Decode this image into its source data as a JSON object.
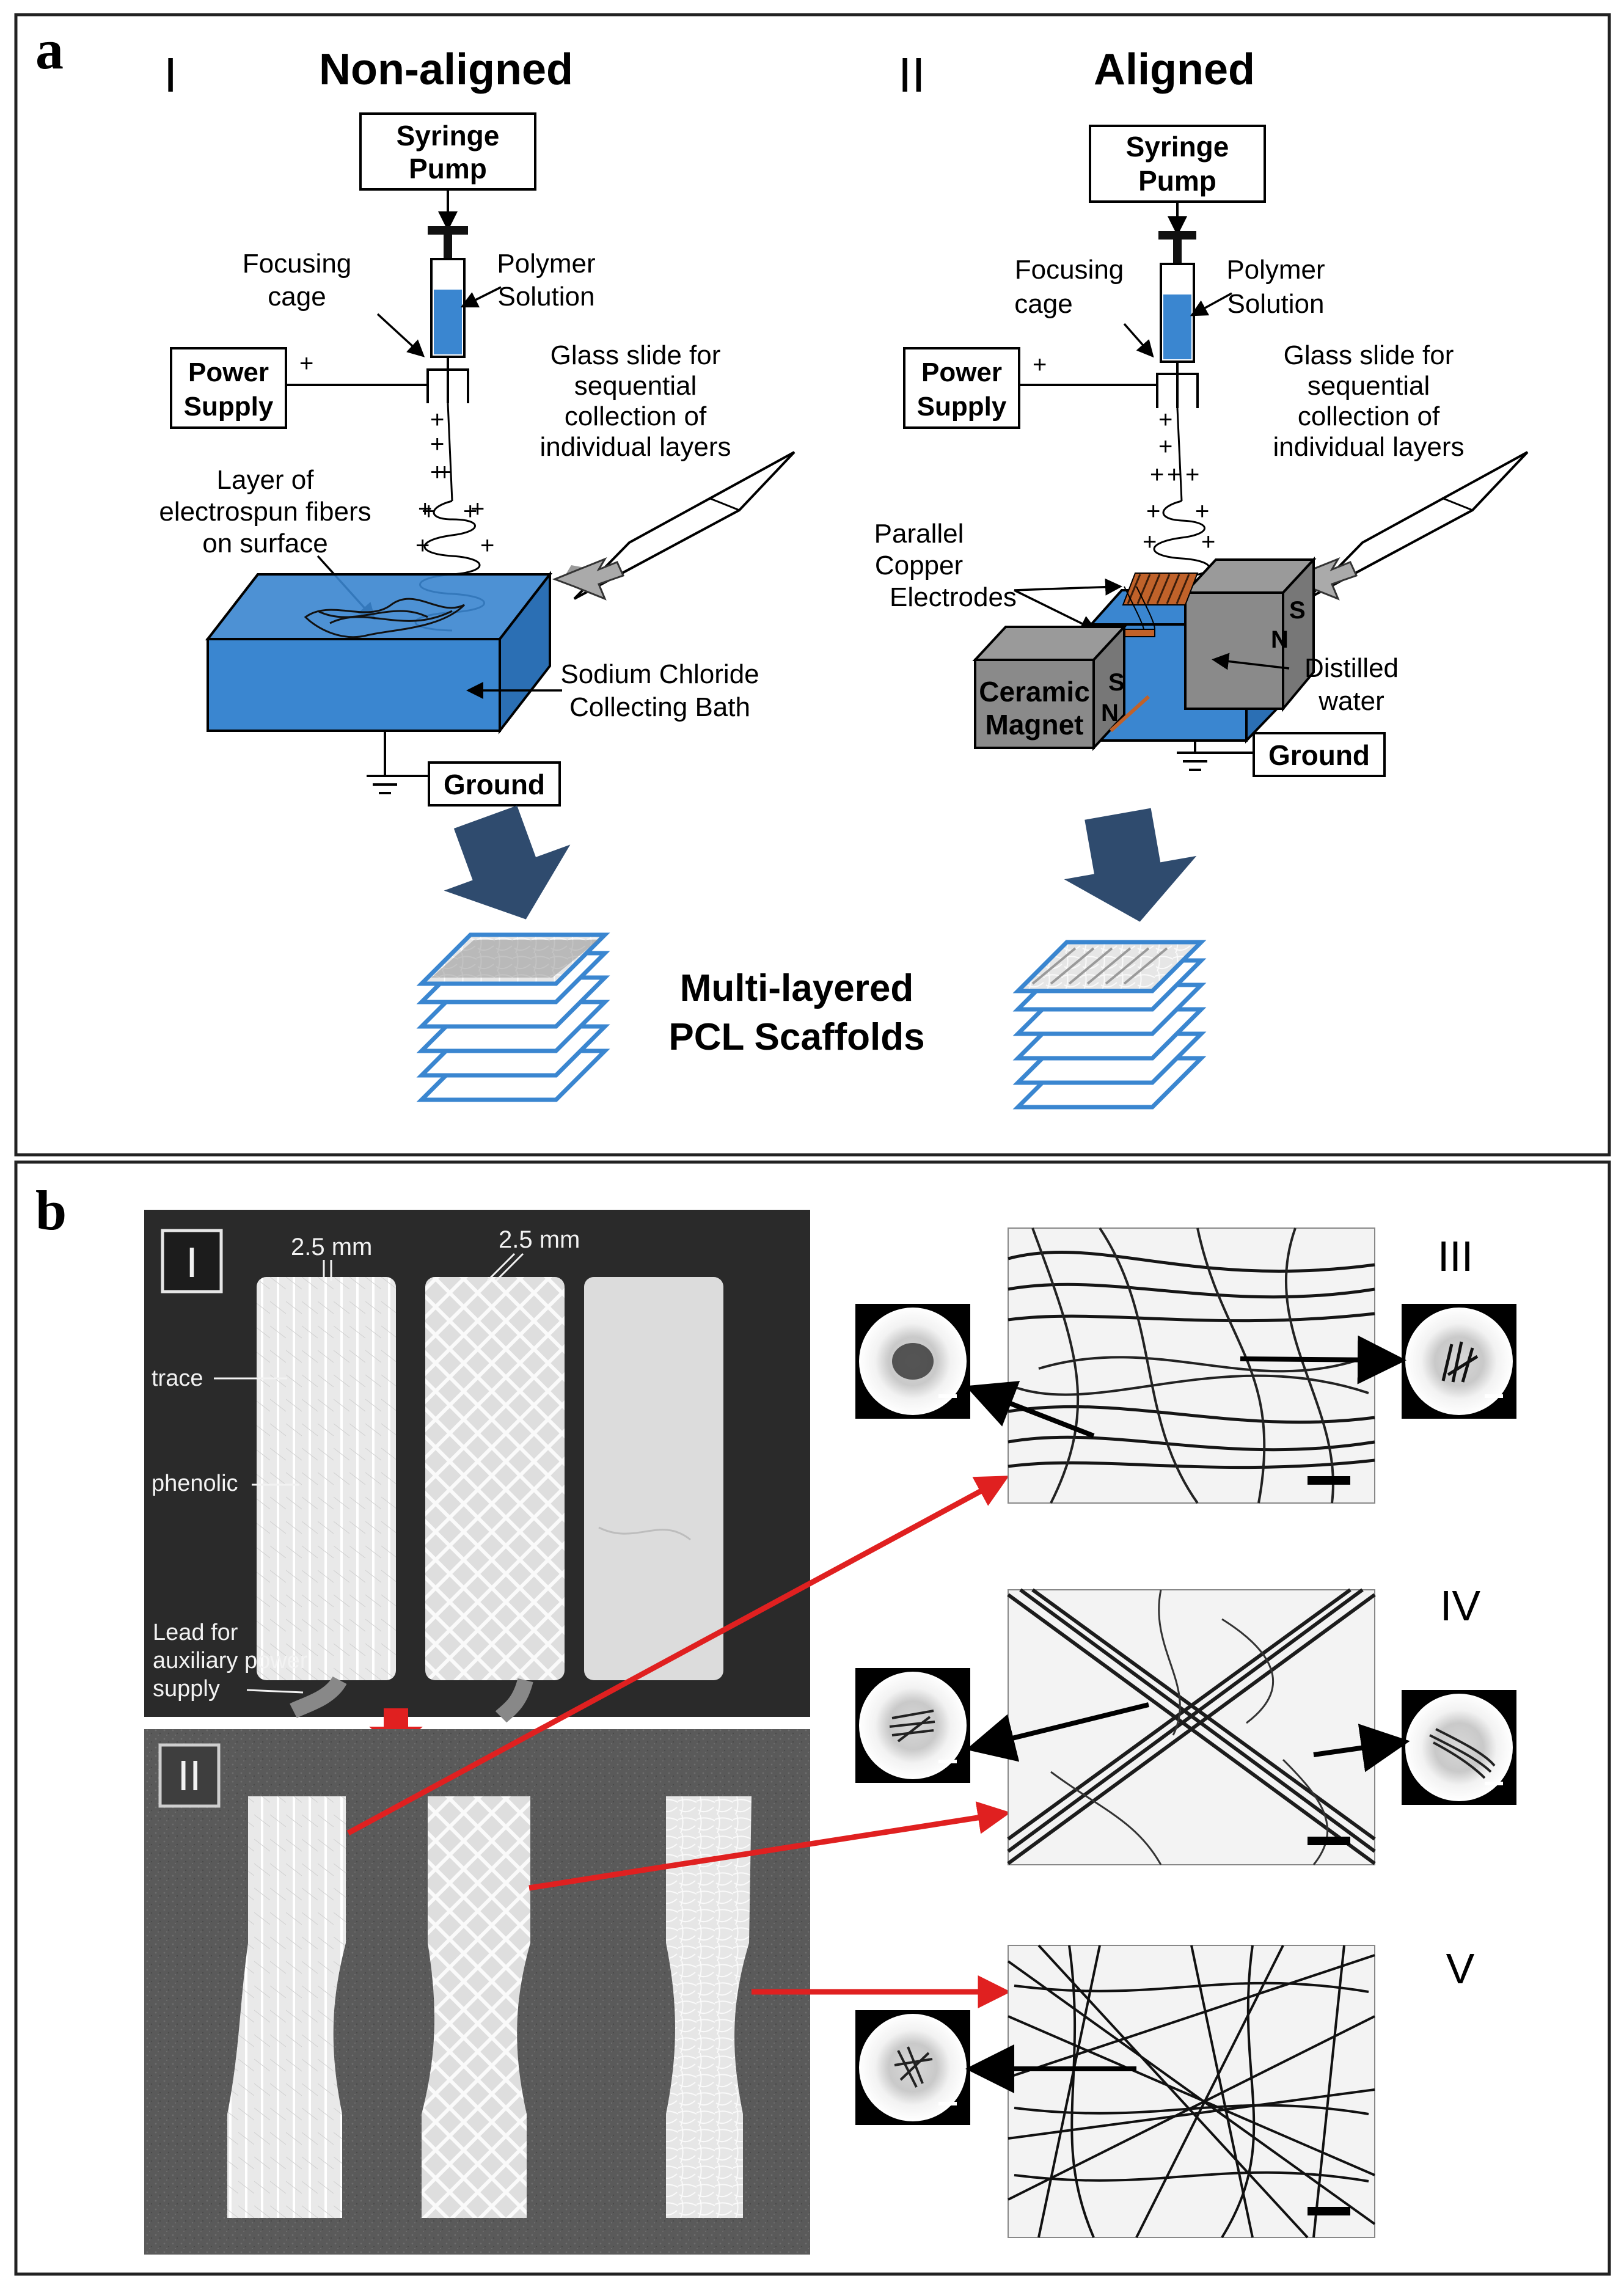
{
  "panel_a": {
    "letter": "a",
    "left": {
      "roman": "I",
      "title": "Non-aligned",
      "pump_line1": "Syringe",
      "pump_line2": "Pump",
      "cage_line1": "Focusing",
      "cage_line2": "cage",
      "poly_line1": "Polymer",
      "poly_line2": "Solution",
      "power_line1": "Power",
      "power_line2": "Supply",
      "slide_line1": "Glass slide for",
      "slide_line2": "sequential",
      "slide_line3": "collection of",
      "slide_line4": "individual  layers",
      "layer_line1": "Layer of",
      "layer_line2": "electrospun fibers",
      "layer_line3": "on surface",
      "bath_line1": "Sodium Chloride",
      "bath_line2": "Collecting Bath",
      "ground": "Ground"
    },
    "right": {
      "roman": "II",
      "title": "Aligned",
      "pump_line1": "Syringe",
      "pump_line2": "Pump",
      "cage_line1": "Focusing",
      "cage_line2": "cage",
      "poly_line1": "Polymer",
      "poly_line2": "Solution",
      "power_line1": "Power",
      "power_line2": "Supply",
      "slide_line1": "Glass slide for",
      "slide_line2": "sequential",
      "slide_line3": "collection of",
      "slide_line4": "individual  layers",
      "elec_line1": "Parallel",
      "elec_line2": "Copper",
      "elec_line3": "Electrodes",
      "magnet_line1": "Ceramic",
      "magnet_line2": "Magnet",
      "water_line1": "Distilled",
      "water_line2": "water",
      "ground": "Ground",
      "pole_s": "S",
      "pole_n": "N"
    },
    "plus": "+",
    "center_line1": "Multi-layered",
    "center_line2": "PCL Scaffolds"
  },
  "panel_b": {
    "letter": "b",
    "photo1": {
      "roman": "I",
      "dim1": "2.5 mm",
      "dim2": "2.5 mm",
      "trace": "trace",
      "phenolic": "phenolic",
      "lead_line1": "Lead for",
      "lead_line2": "auxiliary power",
      "lead_line3": "supply"
    },
    "photo2": {
      "roman": "II"
    },
    "micro": [
      {
        "roman": "III"
      },
      {
        "roman": "IV"
      },
      {
        "roman": "V"
      }
    ]
  },
  "colors": {
    "blue": "#3a86d0",
    "dark_blue": "#2f4b6e",
    "red": "#e02020",
    "copper": "#c0622a",
    "magnet": "#8a8a8a"
  }
}
